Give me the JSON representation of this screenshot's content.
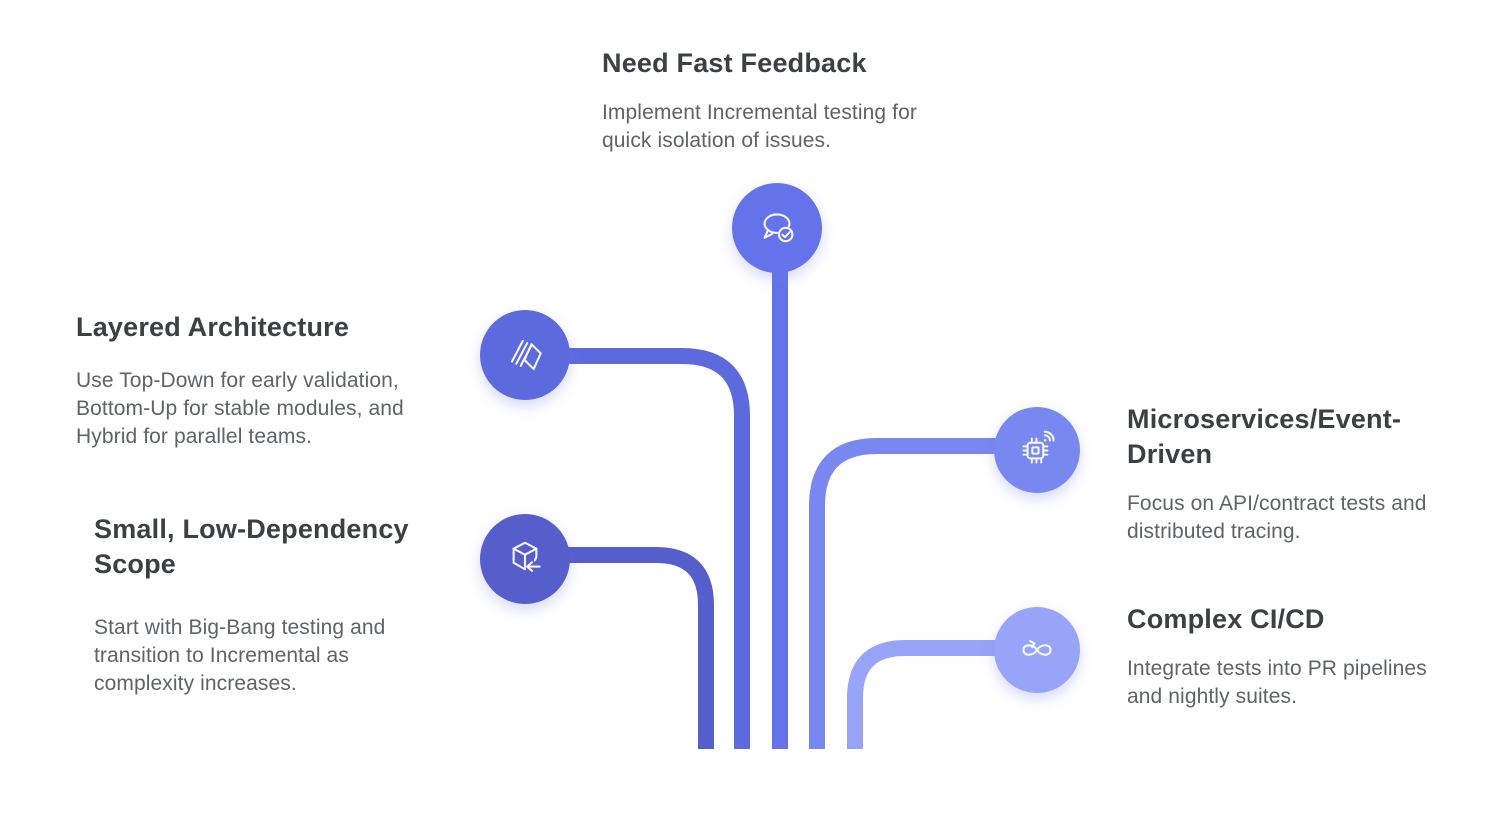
{
  "background_color": "#ffffff",
  "text_colors": {
    "heading": "#3c4043",
    "body": "#5f6368"
  },
  "diagram": {
    "type": "branch-tree-infographic",
    "converges": "five colored branch lines merge vertically at bottom center",
    "nodes": [
      {
        "id": "need-fast-feedback",
        "title": "Need Fast Feedback",
        "description": "Implement Incremental testing for\nquick isolation of issues.",
        "color": "#6573ea",
        "icon": "chat-check-icon",
        "position": "top-center"
      },
      {
        "id": "layered-architecture",
        "title": "Layered Architecture",
        "description": "Use Top-Down for early validation,\nBottom-Up for stable modules, and\nHybrid for parallel teams.",
        "color": "#5d6ade",
        "icon": "layers-icon",
        "position": "left-upper"
      },
      {
        "id": "small-low-dependency-scope",
        "title": "Small, Low-Dependency\nScope",
        "description": "Start with Big-Bang testing and\ntransition to Incremental as\ncomplexity increases.",
        "color": "#555eca",
        "icon": "cube-import-icon",
        "position": "left-lower"
      },
      {
        "id": "microservices-event-driven",
        "title": "Microservices/Event-\nDriven",
        "description": "Focus on API/contract tests and\ndistributed tracing.",
        "color": "#7988f1",
        "icon": "chip-wifi-icon",
        "position": "right-upper"
      },
      {
        "id": "complex-ci-cd",
        "title": "Complex CI/CD",
        "description": "Integrate tests into PR pipelines\nand nightly suites.",
        "color": "#97a4f7",
        "icon": "infinity-icon",
        "position": "right-lower"
      }
    ]
  }
}
